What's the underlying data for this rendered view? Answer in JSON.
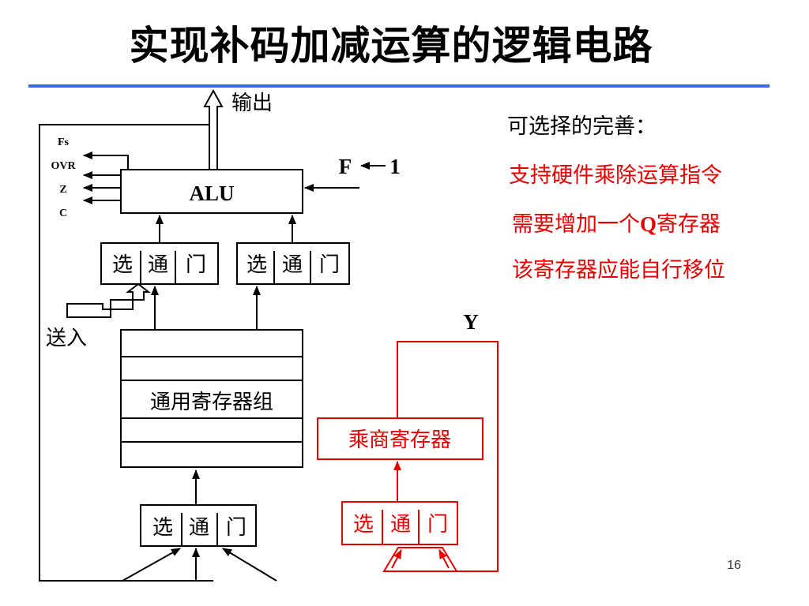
{
  "slide": {
    "title": "实现补码加减运算的逻辑电路",
    "page_number": "16"
  },
  "diagram": {
    "output_label": "输出",
    "flags": [
      "Fs",
      "OVR",
      "Z",
      "C"
    ],
    "alu_label": "ALU",
    "f_label": "F",
    "f_value": "1",
    "gate_cells": [
      "选",
      "通",
      "门"
    ],
    "send_in_label": "送入",
    "register_group_label": "通用寄存器组",
    "y_label": "Y",
    "mq_register_label": "乘商寄存器"
  },
  "notes": {
    "heading": "可选择的完善：",
    "items": [
      {
        "prefix": "支持硬件乘除运算指令",
        "bold": "",
        "suffix": ""
      },
      {
        "prefix": "需要增加一个",
        "bold": "Q",
        "suffix": "寄存器"
      },
      {
        "prefix": "该寄存器应能自行移位",
        "bold": "",
        "suffix": ""
      }
    ]
  },
  "colors": {
    "accent_line": "#3b6bd6",
    "red": "#e60000",
    "black": "#000000"
  }
}
